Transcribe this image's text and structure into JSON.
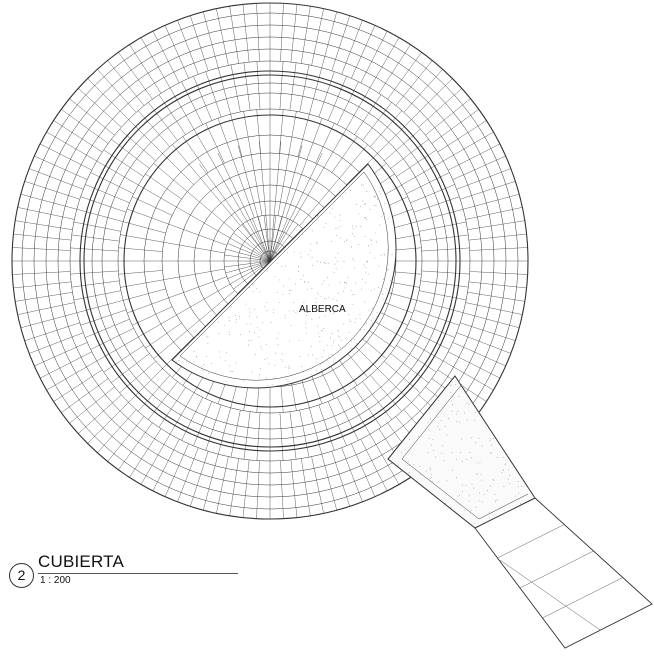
{
  "drawing": {
    "room_label": "ALBERCA",
    "view_number": "2",
    "view_title": "CUBIERTA",
    "view_scale": "1 : 200"
  },
  "colors": {
    "line": "#333333",
    "stipple": "#9a9a9a",
    "background": "#ffffff"
  }
}
